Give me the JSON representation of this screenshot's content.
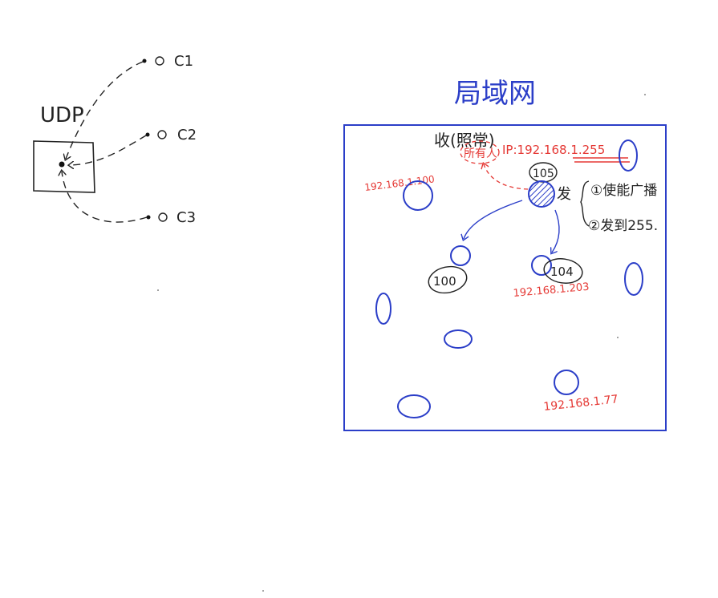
{
  "colors": {
    "ink": "#222222",
    "red": "#e53935",
    "blue": "#2b3ec8"
  },
  "udp_section": {
    "label": "UDP",
    "clients": [
      {
        "label": "C1"
      },
      {
        "label": "C2"
      },
      {
        "label": "C3"
      }
    ]
  },
  "lan_section": {
    "title": "局域网",
    "receive_note": "收(照常)",
    "everyone_label": "所有人",
    "broadcast_ip": "IP:192.168.1.255",
    "sender_id": "105",
    "send_label": "发",
    "step1": "①使能广播",
    "step2": "②发到255.",
    "node_100_ip": "192.168.1.100",
    "node_100_id": "100",
    "node_104_id": "104",
    "node_104_ip": "192.168.1.203",
    "node_77_ip": "192.168.1.77"
  }
}
